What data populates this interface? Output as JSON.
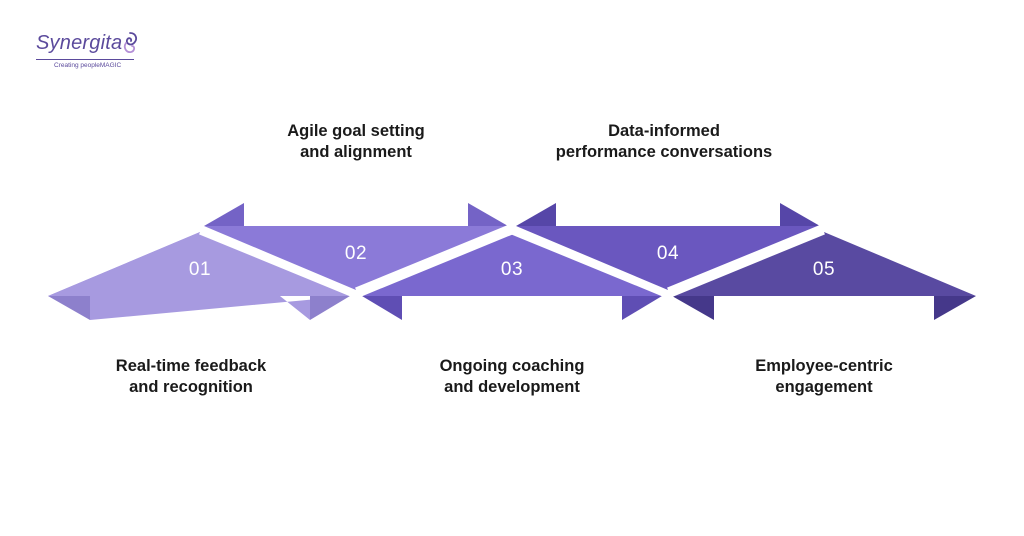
{
  "brand": {
    "name": "Synergita",
    "tagline": "Creating peopleMAGIC",
    "logo_icon": "butterfly-swirl-icon",
    "color": "#5b4a9c"
  },
  "steps": [
    {
      "number": "01",
      "line1": "Real-time feedback",
      "line2": "and recognition",
      "color": "#a79ae0"
    },
    {
      "number": "02",
      "line1": "Agile goal setting",
      "line2": "and alignment",
      "color": "#8b7ad8"
    },
    {
      "number": "03",
      "line1": "Ongoing coaching",
      "line2": "and development",
      "color": "#7a68cf"
    },
    {
      "number": "04",
      "line1": "Data-informed",
      "line2": "performance conversations",
      "color": "#6a57bf"
    },
    {
      "number": "05",
      "line1": "Employee-centric",
      "line2": "engagement",
      "color": "#594aa1"
    }
  ]
}
